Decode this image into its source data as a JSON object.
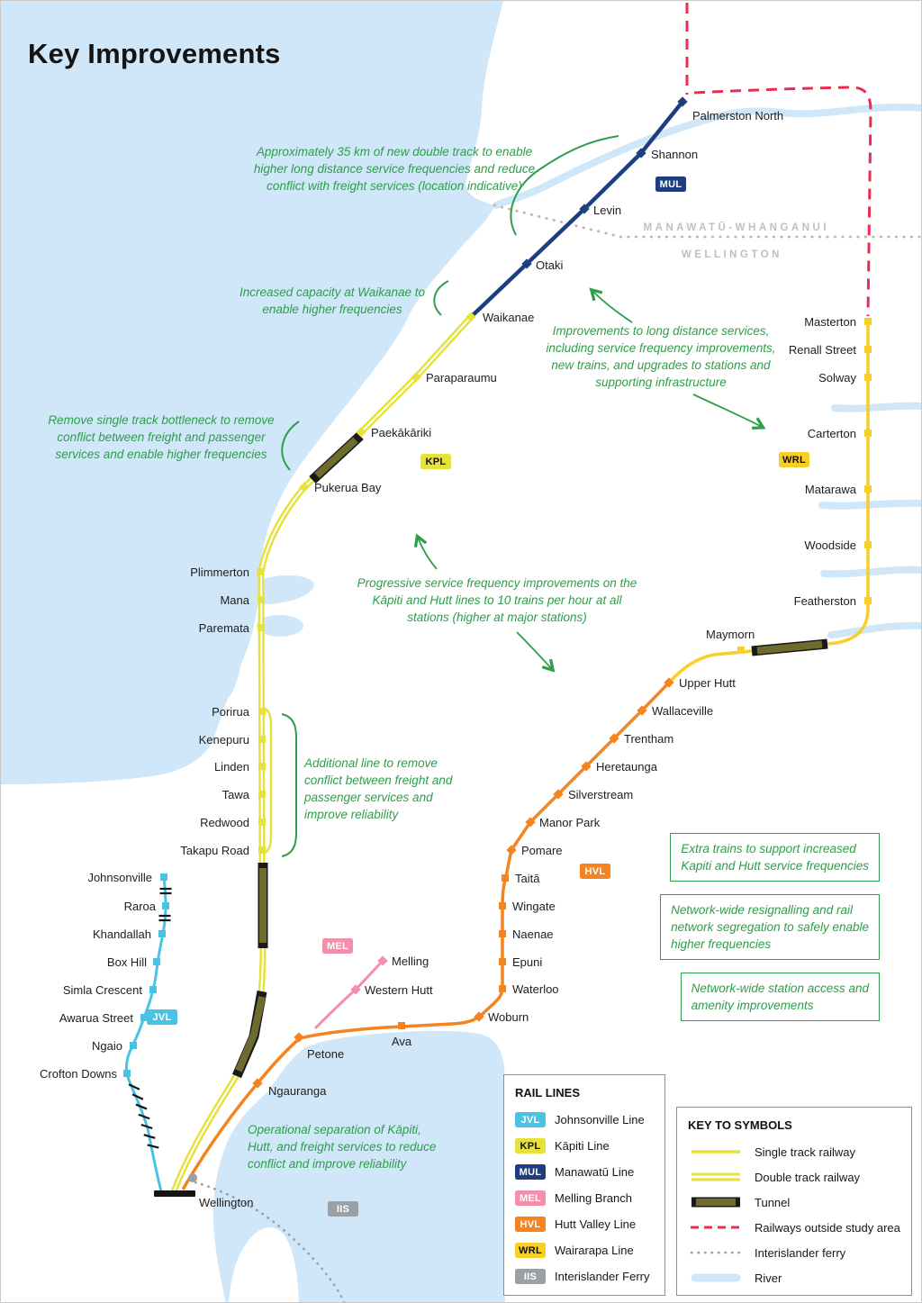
{
  "title": "Key Improvements",
  "regions": {
    "upper": "MANAWATŪ-WHANGANUI",
    "lower": "WELLINGTON"
  },
  "badges": {
    "jvl": "JVL",
    "kpl": "KPL",
    "mul": "MUL",
    "mel": "MEL",
    "hvl": "HVL",
    "wrl": "WRL",
    "iis": "IIS"
  },
  "stations": {
    "mul": [
      "Palmerston North",
      "Shannon",
      "Levin",
      "Otaki"
    ],
    "kpl": [
      "Waikanae",
      "Paraparaumu",
      "Paekākāriki",
      "Pukerua Bay",
      "Plimmerton",
      "Mana",
      "Paremata",
      "Porirua",
      "Kenepuru",
      "Linden",
      "Tawa",
      "Redwood",
      "Takapu Road"
    ],
    "wrl": [
      "Masterton",
      "Renall Street",
      "Solway",
      "Carterton",
      "Matarawa",
      "Woodside",
      "Featherston",
      "Maymorn"
    ],
    "hvl": [
      "Upper Hutt",
      "Wallaceville",
      "Trentham",
      "Heretaunga",
      "Silverstream",
      "Manor Park",
      "Pomare",
      "Taitā",
      "Wingate",
      "Naenae",
      "Epuni",
      "Waterloo",
      "Woburn",
      "Ava",
      "Petone",
      "Ngauranga"
    ],
    "mel": [
      "Melling",
      "Western Hutt"
    ],
    "jvl": [
      "Johnsonville",
      "Raroa",
      "Khandallah",
      "Box Hill",
      "Simla Crescent",
      "Awarua Street",
      "Ngaio",
      "Crofton Downs"
    ],
    "terminus": "Wellington"
  },
  "annotations": {
    "a1": "Approximately 35 km of new double track to enable\nhigher long distance service frequencies and reduce\nconflict with freight services (location indicative)",
    "a2": "Increased capacity at Waikanae to\nenable higher frequencies",
    "a3": "Improvements to long distance services,\nincluding service frequency improvements,\nnew trains, and upgrades to stations and\nsupporting infrastructure",
    "a4": "Remove single track bottleneck to remove\nconflict between freight and passenger\nservices and enable higher frequencies",
    "a5": "Progressive service frequency improvements on the\nKāpiti and Hutt lines to 10 trains per hour at all\nstations (higher at major stations)",
    "a6": "Additional line to remove\nconflict between freight and\npassenger services and\nimprove reliability",
    "a7": "Operational separation of Kāpiti,\nHutt, and freight services to reduce\nconflict and improve reliability"
  },
  "info_boxes": {
    "b1": "Extra trains to support increased\nKapiti and Hutt service frequencies",
    "b2": "Network-wide resignalling and rail\nnetwork segregation to safely enable\nhigher frequencies",
    "b3": "Network-wide station access and\namenity improvements"
  },
  "legend": {
    "rail_lines_title": "RAIL LINES",
    "rail_lines": [
      {
        "code": "JVL",
        "name": "Johnsonville Line"
      },
      {
        "code": "KPL",
        "name": "Kāpiti Line"
      },
      {
        "code": "MUL",
        "name": "Manawatū Line"
      },
      {
        "code": "MEL",
        "name": "Melling Branch"
      },
      {
        "code": "HVL",
        "name": "Hutt Valley Line"
      },
      {
        "code": "WRL",
        "name": "Wairarapa Line"
      },
      {
        "code": "IIS",
        "name": "Interislander Ferry"
      }
    ],
    "symbols_title": "KEY TO SYMBOLS",
    "symbols": [
      "Single track railway",
      "Double track railway",
      "Tunnel",
      "Railways outside study area",
      "Interislander ferry",
      "River"
    ]
  },
  "colors": {
    "jvl": "#49c3e3",
    "kpl": "#e6e13b",
    "mul": "#1e3f7f",
    "mel": "#f28fab",
    "hvl": "#f5831f",
    "wrl": "#f6cf27",
    "iis": "#9aa0a6",
    "tunnel": "#6f6b2e",
    "outside_study": "#ea2c4f",
    "water": "#cfe7f8",
    "annotation_green": "#2d9e49"
  }
}
